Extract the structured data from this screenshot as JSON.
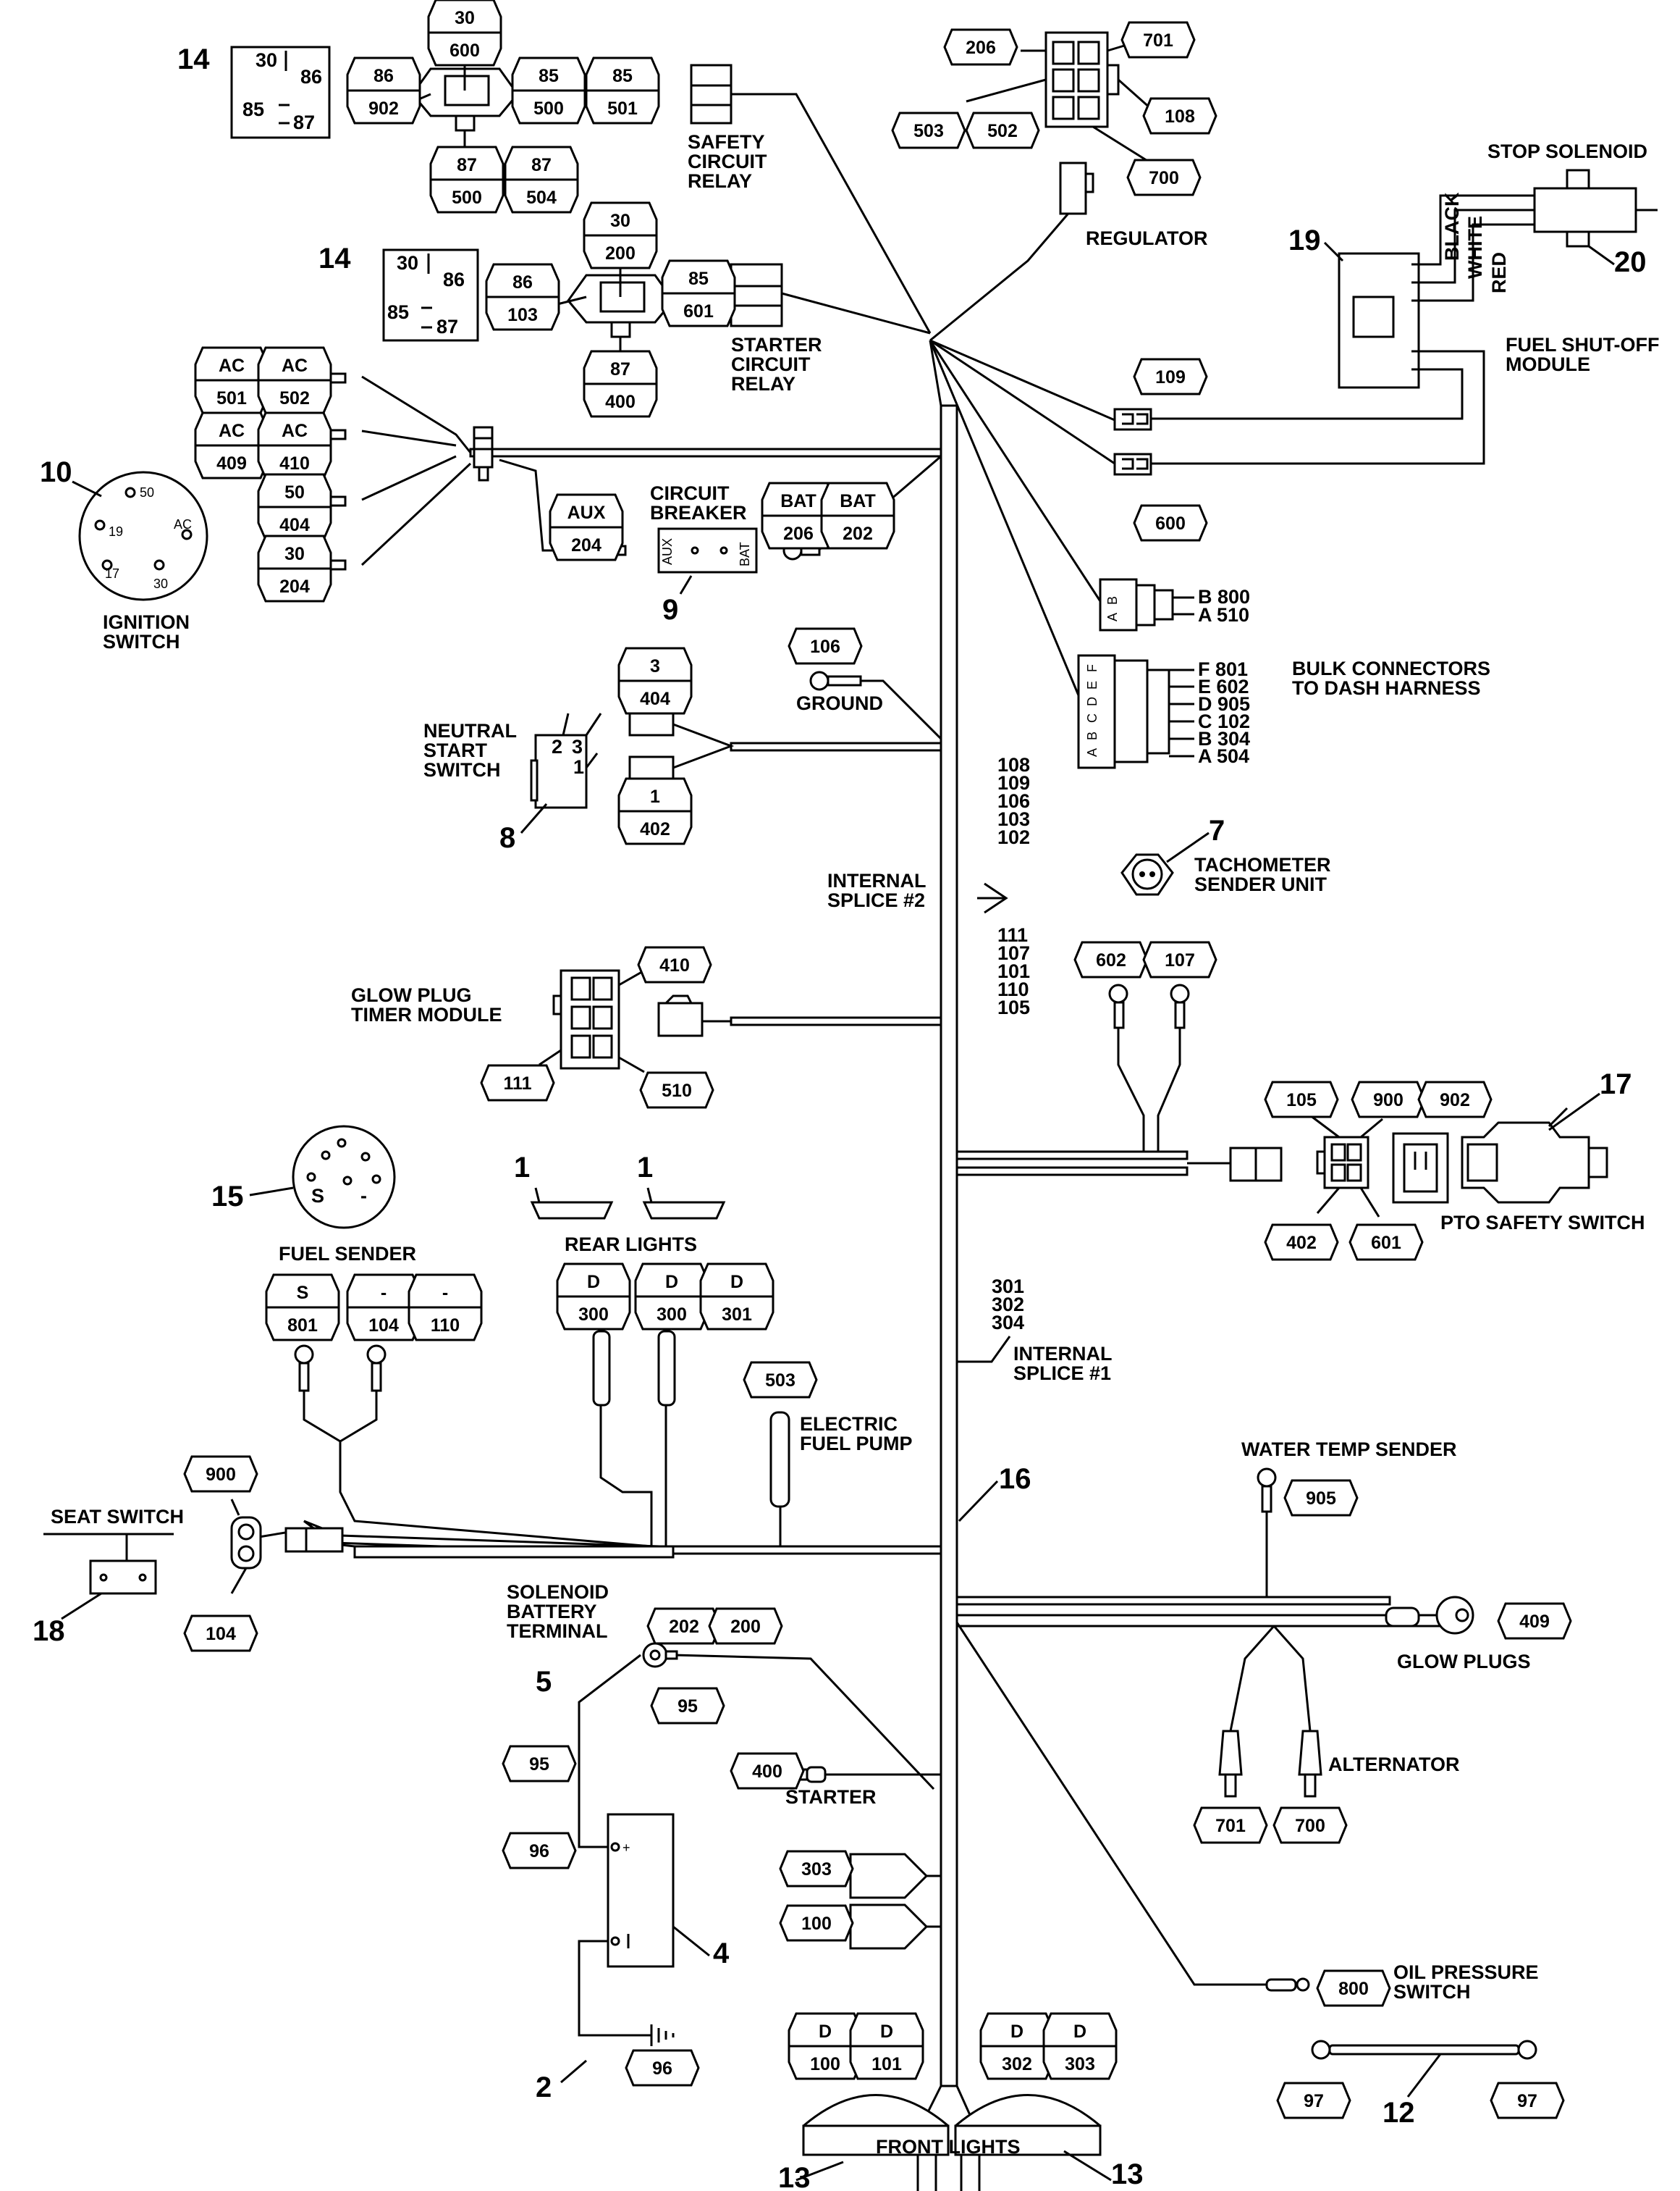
{
  "labels": {
    "safety_relay": [
      "SAFETY",
      "CIRCUIT",
      "RELAY"
    ],
    "starter_relay": [
      "STARTER",
      "CIRCUIT",
      "RELAY"
    ],
    "regulator": "REGULATOR",
    "stop_solenoid": "STOP SOLENOID",
    "fuel_shutoff": [
      "FUEL SHUT-OFF",
      "MODULE"
    ],
    "wire_colors": [
      "BLACK",
      "WHITE",
      "RED"
    ],
    "ignition_switch": [
      "IGNITION",
      "SWITCH"
    ],
    "circuit_breaker": [
      "CIRCUIT",
      "BREAKER"
    ],
    "ground": "GROUND",
    "neutral_start": [
      "NEUTRAL",
      "START",
      "SWITCH"
    ],
    "bulk_connectors": [
      "BULK CONNECTORS",
      "TO DASH HARNESS"
    ],
    "internal_splice_2": [
      "INTERNAL",
      "SPLICE #2"
    ],
    "tachometer": [
      "TACHOMETER",
      "SENDER UNIT"
    ],
    "glow_timer": [
      "GLOW PLUG",
      "TIMER MODULE"
    ],
    "pto_switch": "PTO SAFETY SWITCH",
    "fuel_sender": "FUEL SENDER",
    "rear_lights": "REAR LIGHTS",
    "internal_splice_1": [
      "INTERNAL",
      "SPLICE #1"
    ],
    "fuel_pump": [
      "ELECTRIC",
      "FUEL PUMP"
    ],
    "water_temp": "WATER TEMP SENDER",
    "seat_switch": "SEAT SWITCH",
    "glow_plugs": "GLOW PLUGS",
    "solenoid_terminal": [
      "SOLENOID",
      "BATTERY",
      "TERMINAL"
    ],
    "starter": "STARTER",
    "alternator": "ALTERNATOR",
    "oil_pressure": [
      "OIL PRESSURE",
      "SWITCH"
    ],
    "front_lights": "FRONT LIGHTS"
  },
  "relay_pins": {
    "p30": "30",
    "p86": "86",
    "p85": "85",
    "p87": "87"
  },
  "ignition_pins": [
    "50",
    "19",
    "AC",
    "17",
    "30"
  ],
  "breaker_pins": [
    "AUX",
    "BAT"
  ],
  "fuel_sender_pins": [
    "S",
    "-"
  ],
  "neutral_pins": [
    "2",
    "3",
    "1"
  ],
  "connector_ab": [
    "A",
    "B"
  ],
  "connector_af": [
    "A",
    "B",
    "C",
    "D",
    "E",
    "F"
  ],
  "splice2_wires": {
    "top": [
      "108",
      "109",
      "106",
      "103",
      "102"
    ],
    "bottom": [
      "111",
      "107",
      "101",
      "110",
      "105"
    ]
  },
  "splice1_wires": [
    "301",
    "302",
    "304"
  ],
  "bulk_terminals_2": [
    "B 800",
    "A 510"
  ],
  "bulk_terminals_6": [
    "F 801",
    "E 602",
    "D 905",
    "C 102",
    "B 304",
    "A 504"
  ],
  "tags": {
    "r1_30": [
      "30",
      "600"
    ],
    "r1_86": [
      "86",
      "902"
    ],
    "r1_85a": [
      "85",
      "500"
    ],
    "r1_85b": [
      "85",
      "501"
    ],
    "r1_87a": [
      "87",
      "500"
    ],
    "r1_87b": [
      "87",
      "504"
    ],
    "r2_30": [
      "30",
      "200"
    ],
    "r2_86": [
      "86",
      "103"
    ],
    "r2_85": [
      "85",
      "601"
    ],
    "r2_87": [
      "87",
      "400"
    ],
    "c206": "206",
    "c701": "701",
    "c108": "108",
    "c700": "700",
    "c503": "503",
    "c502": "502",
    "ac501": [
      "AC",
      "501"
    ],
    "ac502": [
      "AC",
      "502"
    ],
    "ac409": [
      "AC",
      "409"
    ],
    "ac410": [
      "AC",
      "410"
    ],
    "s404": [
      "50",
      "404"
    ],
    "s204": [
      "30",
      "204"
    ],
    "aux204": [
      "AUX",
      "204"
    ],
    "bat206": [
      "BAT",
      "206"
    ],
    "bat202": [
      "BAT",
      "202"
    ],
    "c109": "109",
    "c600": "600",
    "c106": "106",
    "n404": [
      "3",
      "404"
    ],
    "n402": [
      "1",
      "402"
    ],
    "c410": "410",
    "c111": "111",
    "c510": "510",
    "c602": "602",
    "c107": "107",
    "c105": "105",
    "c900a": "900",
    "c902": "902",
    "c402": "402",
    "c601": "601",
    "s801": [
      "S",
      "801"
    ],
    "m104": [
      "-",
      "104"
    ],
    "m110": [
      "-",
      "110"
    ],
    "d300a": [
      "D",
      "300"
    ],
    "d300b": [
      "D",
      "300"
    ],
    "d301": [
      "D",
      "301"
    ],
    "c503b": "503",
    "c905": "905",
    "c900b": "900",
    "c104": "104",
    "c409": "409",
    "c202": "202",
    "c200": "200",
    "c95a": "95",
    "c95b": "95",
    "c96a": "96",
    "c400": "400",
    "c303": "303",
    "c100": "100",
    "c96b": "96",
    "c701b": "701",
    "c700b": "700",
    "c800": "800",
    "d100": [
      "D",
      "100"
    ],
    "d101": [
      "D",
      "101"
    ],
    "d302": [
      "D",
      "302"
    ],
    "d303": [
      "D",
      "303"
    ],
    "c97a": "97",
    "c97b": "97"
  },
  "callouts": {
    "n14a": "14",
    "n14b": "14",
    "n19": "19",
    "n20": "20",
    "n10": "10",
    "n9": "9",
    "n8": "8",
    "n7": "7",
    "n17": "17",
    "n15": "15",
    "n1a": "1",
    "n1b": "1",
    "n16": "16",
    "n18": "18",
    "n5": "5",
    "n4": "4",
    "n2": "2",
    "n12": "12",
    "n13a": "13",
    "n13b": "13"
  }
}
